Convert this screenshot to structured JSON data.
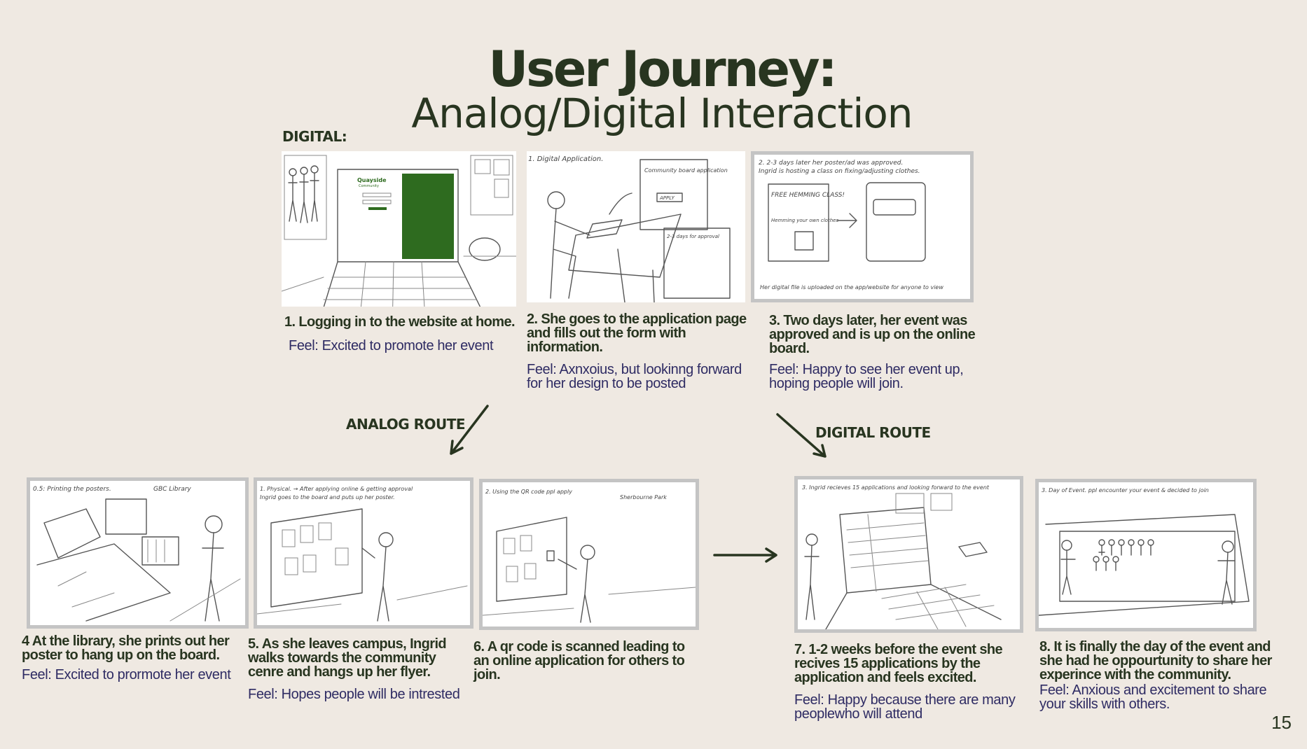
{
  "title": {
    "main": "User Journey:",
    "sub": "Analog/Digital Interaction"
  },
  "labels": {
    "digital": "DIGITAL:",
    "analog_route": "ANALOG ROUTE",
    "digital_route": "DIGITAL ROUTE"
  },
  "digital_steps": [
    {
      "step": "1. Logging in to the website at home.",
      "feel": "Feel: Excited to promote her event",
      "sketch_text": [
        "Quayside",
        "Community"
      ]
    },
    {
      "step": "2. She goes to the application page and fills out the form with information.",
      "feel": "Feel: Axnxoius, but lookinng forward for her design to be posted",
      "sketch_text": [
        "1. Digital Application.",
        "Community board application",
        "APPLY",
        "2-3 days for approval"
      ]
    },
    {
      "step": "3. Two days later, her event was approved and is up on the online board.",
      "feel": "Feel: Happy to see her event up, hoping people will join.",
      "sketch_text": [
        "2. 2-3 days later her poster/ad was approved.",
        "Ingrid is hosting a class on fixing/adjusting clothes.",
        "FREE HEMMING CLASS!",
        "Hemming your own clothes",
        "Her digital file is uploaded on the app/website for anyone to view"
      ]
    }
  ],
  "analog_steps": [
    {
      "step": "4 At the library, she prints out her poster to hang up on the board.",
      "feel": "Feel: Excited to prormote her event",
      "sketch_text": [
        "0.5: Printing the posters.",
        "GBC Library"
      ]
    },
    {
      "step": "5.  As she leaves campus, Ingrid walks towards the community cenre and hangs up her flyer.",
      "feel": "Feel: Hopes people will be intrested",
      "sketch_text": [
        "1. Physical. → After applying online & getting approval",
        "Ingrid goes to the board and puts up her poster."
      ]
    },
    {
      "step": "6.  A qr code is scanned leading to an online application for others to join.",
      "feel": "",
      "sketch_text": [
        "2. Using the QR code ppl apply",
        "Sherbourne Park"
      ]
    }
  ],
  "digital_route_steps": [
    {
      "step": "7.  1-2 weeks before the event she recives 15 applications by the application and feels excited.",
      "feel": "Feel: Happy because there are many peoplewho will attend",
      "sketch_text": [
        "3. Ingrid recieves 15 applications and looking forward to the event"
      ]
    },
    {
      "step": "8.  It is finally the day of the event and she had he oppourtunity to share her experince with the community.",
      "feel": "Feel: Anxious and excitement to share your skills with others.",
      "sketch_text": [
        "3. Day of Event. ppl encounter your event & decided to join"
      ]
    }
  ],
  "page_number": "15",
  "colors": {
    "background": "#efe9e2",
    "heading": "#283520",
    "feel_text": "#2e2b63",
    "panel_border": "#c4c4c4",
    "screen_green": "#2e6b1f"
  },
  "icons": {
    "arrow_analog": "arrow-down-left",
    "arrow_digital": "arrow-down-right",
    "arrow_flow": "arrow-right"
  }
}
